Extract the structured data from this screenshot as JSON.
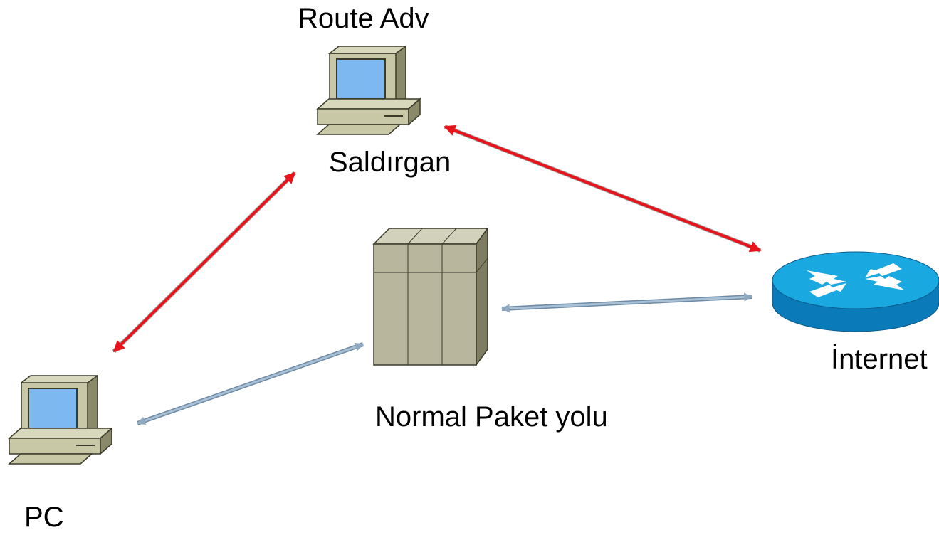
{
  "labels": {
    "route_adv": "Route Adv",
    "attacker": "Saldırgan",
    "internet": "İnternet",
    "normal_path": "Normal Paket yolu",
    "pc": "PC"
  },
  "colors": {
    "attack_link": "#e8141c",
    "normal_link": "#8fa9c0",
    "computer_body": "#c8c8a6",
    "computer_dark": "#8a8a6a",
    "screen": "#7db8f0",
    "router_top": "#1aa8e0",
    "router_side": "#0a7ab8",
    "server_body": "#b8b79e"
  },
  "nodes": [
    {
      "id": "attacker",
      "icon": "workstation-icon"
    },
    {
      "id": "pc",
      "icon": "workstation-icon"
    },
    {
      "id": "server",
      "icon": "server-icon"
    },
    {
      "id": "internet",
      "icon": "router-icon"
    }
  ],
  "links": [
    {
      "from": "pc",
      "to": "attacker",
      "kind": "attack"
    },
    {
      "from": "attacker",
      "to": "internet",
      "kind": "attack"
    },
    {
      "from": "pc",
      "to": "server",
      "kind": "normal"
    },
    {
      "from": "server",
      "to": "internet",
      "kind": "normal"
    }
  ]
}
